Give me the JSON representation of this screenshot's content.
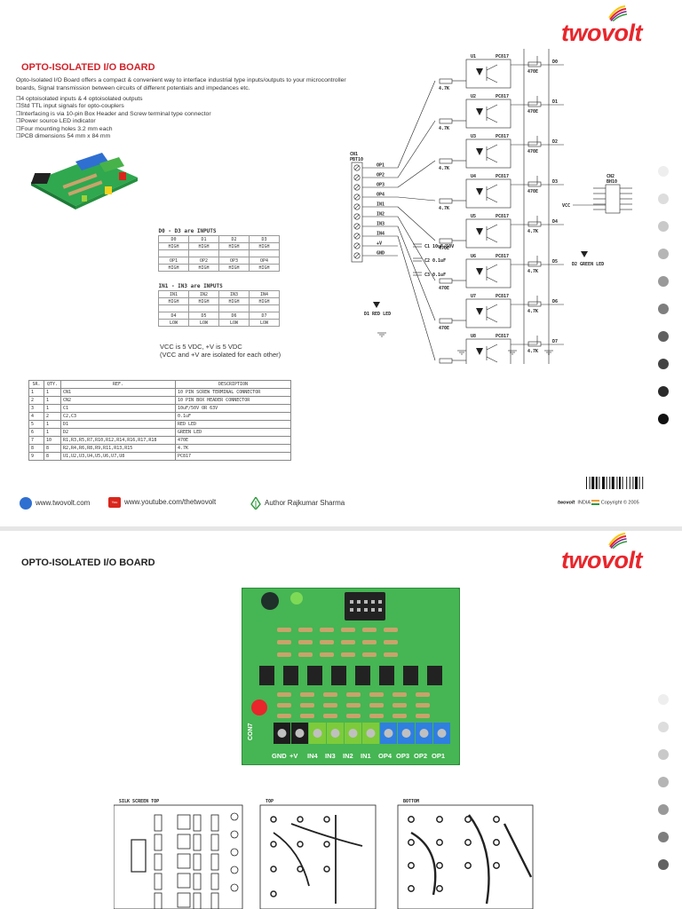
{
  "brand": {
    "name": "twovolt",
    "red": "#e8262c",
    "swoosh_colors": [
      "#f7c800",
      "#e8262c",
      "#7b2c91",
      "#2f9a3e"
    ]
  },
  "page1": {
    "title": "OPTO-ISOLATED I/O BOARD",
    "intro": "Opto-Isolated I/O Board offers a compact & convenient way to interface industrial type inputs/outputs to your microcontroller boards, Signal transmission between circuits of different potentials and impedances etc.",
    "features": [
      "4 optoisolated inputs & 4 optoisolated outputs",
      "Std TTL input signals for opto-couplers",
      "Interfacing is via 10-pin Box Header and Screw terminal type connector",
      "Power source LED indicator",
      "Four mounting holes 3.2 mm each",
      "PCB dimensions 54 mm x 84 mm"
    ],
    "inputs_table": {
      "heading": "D0 - D3 are INPUTS",
      "row1": [
        "D0",
        "D1",
        "D2",
        "D3"
      ],
      "row2": [
        "HIGH",
        "HIGH",
        "HIGH",
        "HIGH"
      ],
      "row3": [
        "OP1",
        "OP2",
        "OP3",
        "OP4"
      ],
      "row4": [
        "HIGH",
        "HIGH",
        "HIGH",
        "HIGH"
      ]
    },
    "outputs_table": {
      "heading": "IN1 - IN3 are INPUTS",
      "row1": [
        "IN1",
        "IN2",
        "IN3",
        "IN4"
      ],
      "row2": [
        "HIGH",
        "HIGH",
        "HIGH",
        "HIGH"
      ],
      "row3": [
        "D4",
        "D5",
        "D6",
        "D7"
      ],
      "row4": [
        "LOW",
        "LOW",
        "LOW",
        "LOW"
      ]
    },
    "vcc_note": [
      "VCC is 5 VDC, +V is 5 VDC",
      "(VCC and +V are isolated for each other)"
    ],
    "parts": {
      "headers": [
        "SR.",
        "QTY.",
        "REF.",
        "DESCRIPTION"
      ],
      "rows": [
        [
          "1",
          "1",
          "CN1",
          "10 PIN SCREW TERMINAL CONNECTOR"
        ],
        [
          "2",
          "1",
          "CN2",
          "10 PIN BOX HEADER CONNECTOR"
        ],
        [
          "3",
          "1",
          "C1",
          "10uF/50V OR 63V"
        ],
        [
          "4",
          "2",
          "C2,C3",
          "0.1uF"
        ],
        [
          "5",
          "1",
          "D1",
          "RED LED"
        ],
        [
          "6",
          "1",
          "D2",
          "GREEN LED"
        ],
        [
          "7",
          "10",
          "R1,R3,R5,R7,R10,R12,R14,R16,R17,R18",
          "470E"
        ],
        [
          "8",
          "8",
          "R2,R4,R6,R8,R9,R11,R13,R15",
          "4.7K"
        ],
        [
          "9",
          "8",
          "U1,U2,U3,U4,U5,U6,U7,U8",
          "PC817"
        ]
      ]
    },
    "footer": {
      "website": "www.twovolt.com",
      "youtube": "www.youtube.com/thetwovolt",
      "author": "Author Rajkumar Sharma",
      "youtube_icon_text": "You Tube"
    },
    "copyright": {
      "brand": "twovolt",
      "text": "INDIA",
      "suffix": "Copyright © 2005"
    },
    "schematic": {
      "opto_label": "PC817",
      "opto_refs": [
        "U1",
        "U2",
        "U3",
        "U4",
        "U5",
        "U6",
        "U7",
        "U8"
      ],
      "resistor_470": "470E",
      "resistor_47k": "4.7K",
      "out_labels": [
        "D0",
        "D1",
        "D2",
        "D3",
        "D4",
        "D5",
        "D6",
        "D7"
      ],
      "connector_ref": "CN1",
      "connector_part": "PBT10",
      "terminal_pins": [
        "OP1",
        "OP2",
        "OP3",
        "OP4",
        "IN1",
        "IN2",
        "IN3",
        "IN4",
        "+V",
        "GND"
      ],
      "caps": [
        "C1 10uF/50V",
        "C2 0.1uF",
        "C3 0.1uF"
      ],
      "leds": [
        "D1 RED LED",
        "D2 GREEN LED"
      ],
      "vcc": "VCC",
      "header_ref": "CN2",
      "header_part": "BH10"
    }
  },
  "page2": {
    "title": "OPTO-ISOLATED I/O BOARD",
    "board_labels": [
      "GND",
      "+V",
      "IN4",
      "IN3",
      "IN2",
      "IN1",
      "OP4",
      "OP3",
      "OP2",
      "OP1"
    ],
    "board_left_label": "CON7",
    "layers": [
      "SILK SCREEN TOP",
      "TOP",
      "BOTTOM"
    ]
  },
  "dot_colors_top": [
    "#eeeeee",
    "#dddddd",
    "#c9c9c9",
    "#b5b5b5",
    "#999999",
    "#7e7e7e",
    "#616161",
    "#444444",
    "#2b2b2b",
    "#111111"
  ],
  "dot_colors_bottom": [
    "#eeeeee",
    "#dddddd",
    "#c9c9c9",
    "#b5b5b5",
    "#999999",
    "#7e7e7e",
    "#616161"
  ]
}
